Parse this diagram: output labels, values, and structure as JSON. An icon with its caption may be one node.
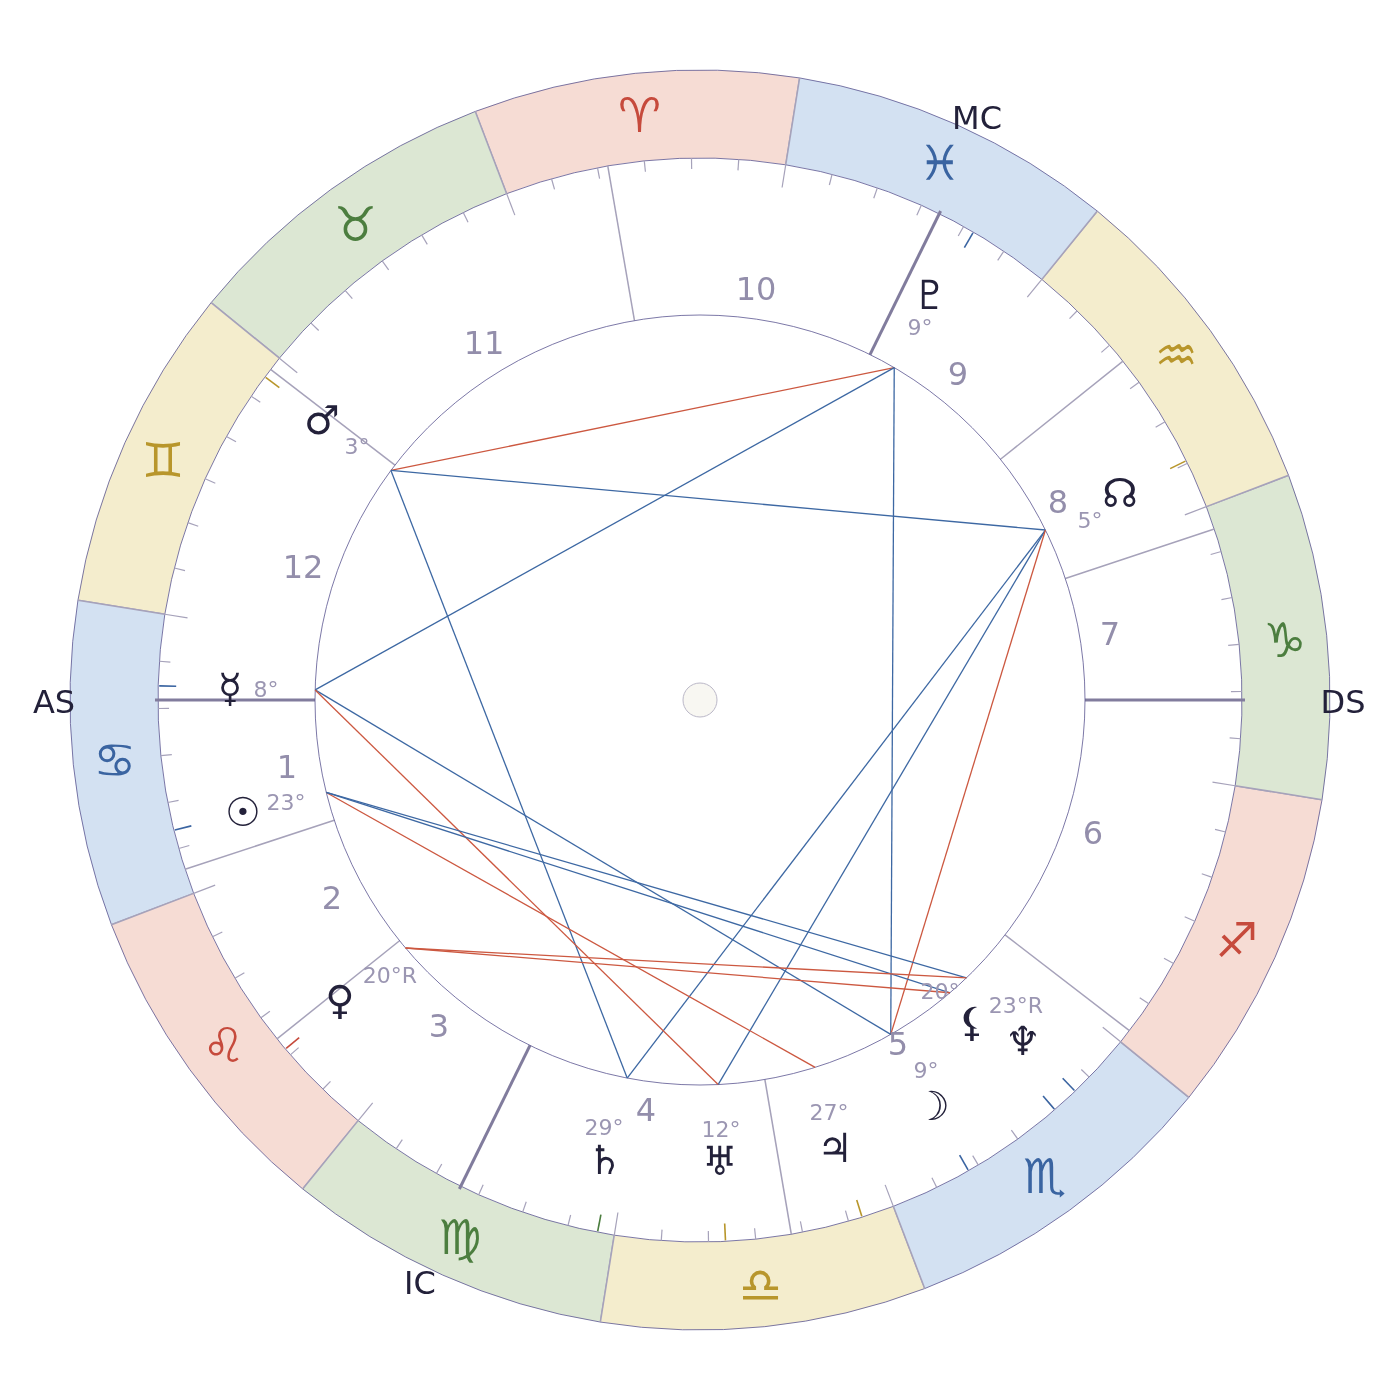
{
  "diagram": {
    "nodes": [
      {
        "text": [
          "♈"
        ]
      },
      {
        "text": [
          "♉"
        ]
      },
      {
        "text": [
          "♊"
        ]
      },
      {
        "text": [
          "♋"
        ]
      },
      {
        "text": [
          "♌"
        ]
      },
      {
        "text": [
          "♍"
        ]
      },
      {
        "text": [
          "♎"
        ]
      },
      {
        "text": [
          "♏"
        ]
      },
      {
        "text": [
          "♐"
        ]
      },
      {
        "text": [
          "♑"
        ]
      },
      {
        "text": [
          "♒"
        ]
      },
      {
        "text": [
          "♓"
        ]
      }
    ],
    "labels": [
      "MC",
      "AS",
      "DS",
      "IC",
      "1",
      "2",
      "3",
      "4",
      "5",
      "6",
      "7",
      "8",
      "9",
      "10",
      "11",
      "12",
      "☉",
      "23°",
      "☽",
      "9°",
      "☿",
      "8°",
      "♀",
      "20°R",
      "♂",
      "3°",
      "♃",
      "27°",
      "♄",
      "29°",
      "♅",
      "12°",
      "♆",
      "23°R",
      "♇",
      "9°",
      "☊",
      "5°",
      "⚸",
      "20°"
    ]
  }
}
